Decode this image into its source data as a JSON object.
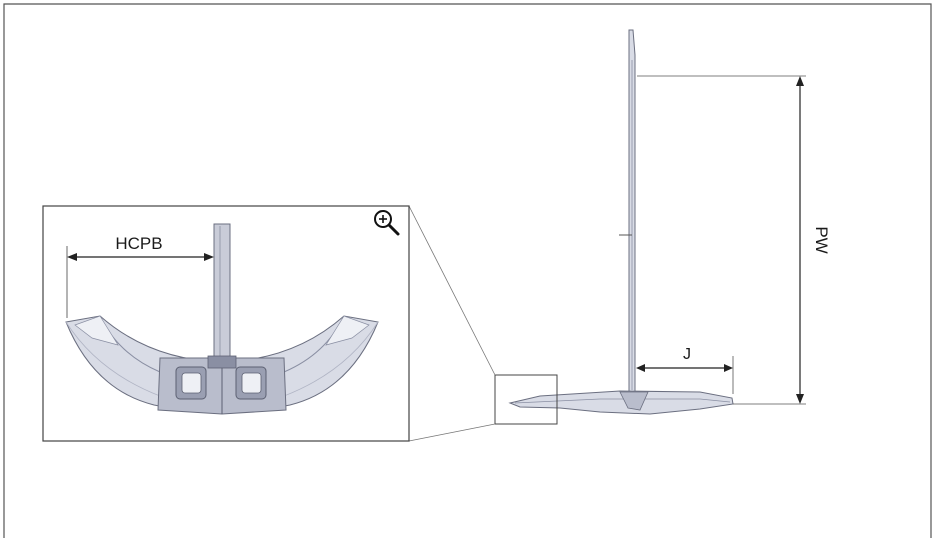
{
  "labels": {
    "pw": "PW",
    "j": "J",
    "hcpb": "HCPB"
  },
  "icons": {
    "zoom": "zoom-in-icon"
  },
  "colors": {
    "line": "#3a3a3a",
    "part_fill": "#d9dce6",
    "part_shade": "#b9bdcc",
    "part_dark": "#8a8fa3",
    "frame": "#555555"
  }
}
